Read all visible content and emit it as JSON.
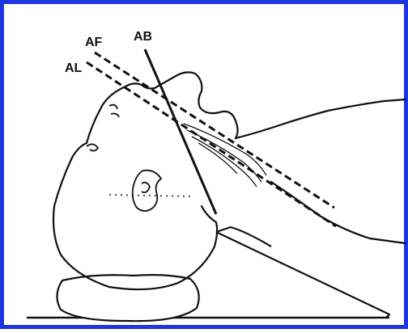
{
  "colors": {
    "border": "#1f35e0",
    "ink": "#111111",
    "background": "#ffffff"
  },
  "labels": {
    "af": "AF",
    "al": "AL",
    "ab": "AB"
  }
}
